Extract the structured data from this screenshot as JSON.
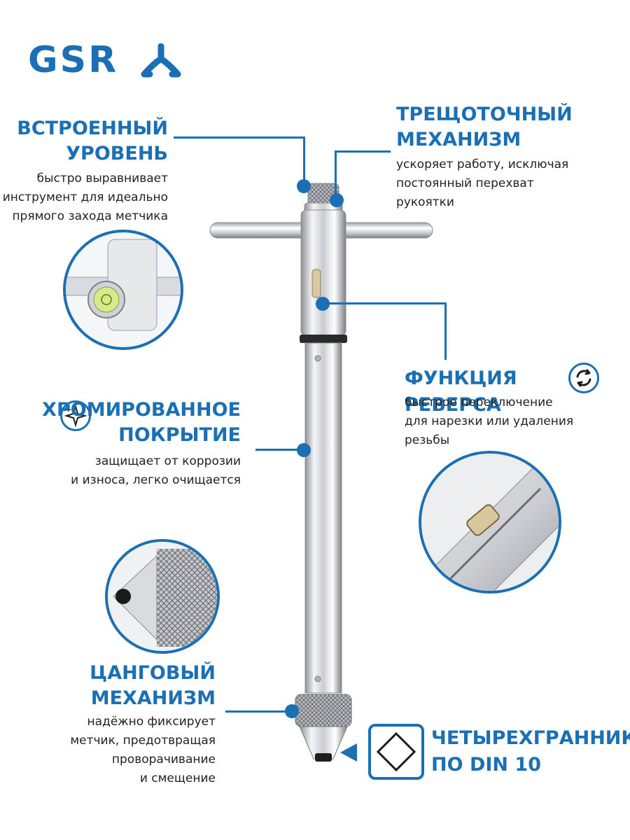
{
  "brand": {
    "logo_text": "GSR",
    "color": "#1b6fb4"
  },
  "features": {
    "level": {
      "title_line1": "ВСТРОЕННЫЙ",
      "title_line2": "УРОВЕНЬ",
      "desc_line1": "быстро выравнивает",
      "desc_line2": "инструмент для идеально",
      "desc_line3": "прямого захода метчика"
    },
    "ratchet": {
      "title_line1": "ТРЕЩОТОЧНЫЙ",
      "title_line2": "МЕХАНИЗМ",
      "desc_line1": "ускоряет работу, исключая",
      "desc_line2": "постоянный перехват",
      "desc_line3": "рукоятки"
    },
    "reverse": {
      "title": "ФУНКЦИЯ РЕВЕРСА",
      "desc_line1": "быстрое переключение",
      "desc_line2": "для нарезки или удаления",
      "desc_line3": "резьбы",
      "icon": "reverse-arrows-icon"
    },
    "chrome": {
      "title_line1": "ХРОМИРОВАННОЕ",
      "title_line2": "ПОКРЫТИЕ",
      "desc_line1": "защищает от коррозии",
      "desc_line2": "и износа, легко очищается",
      "icon": "sparkle-icon"
    },
    "collet": {
      "title_line1": "ЦАНГОВЫЙ",
      "title_line2": "МЕХАНИЗМ",
      "desc_line1": "надёжно фиксирует",
      "desc_line2": "метчик, предотвращая",
      "desc_line3": "проворачивание",
      "desc_line4": "и смещение"
    },
    "square": {
      "title_line1": "ЧЕТЫРЕХГРАННИК",
      "title_line2": "ПО DIN 10",
      "icon": "square-diamond-icon"
    }
  }
}
